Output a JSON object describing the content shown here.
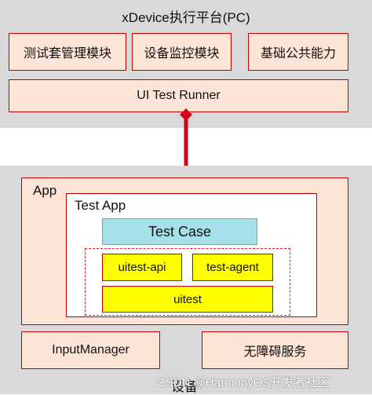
{
  "pc": {
    "title": "xDevice执行平台(PC)",
    "modules": [
      "测试套管理模块",
      "设备监控模块",
      "基础公共能力"
    ],
    "runner": "UI Test Runner"
  },
  "device": {
    "title": "设备",
    "app": {
      "label": "App",
      "test_app": {
        "label": "Test App",
        "test_case": "Test Case",
        "uitest_api": "uitest-api",
        "test_agent": "test-agent",
        "uitest": "uitest"
      }
    },
    "input_manager": "InputManager",
    "accessibility": "无障碍服务"
  },
  "watermark": "CSDN @HarmonyOS开发者社区",
  "colors": {
    "region_bg": "#d9d9d9",
    "module_fill": "#fce4d6",
    "border_red": "#c00000",
    "connector": "#d0021b",
    "test_case_fill": "#a6e1ea",
    "uitest_fill": "#ffff00"
  }
}
